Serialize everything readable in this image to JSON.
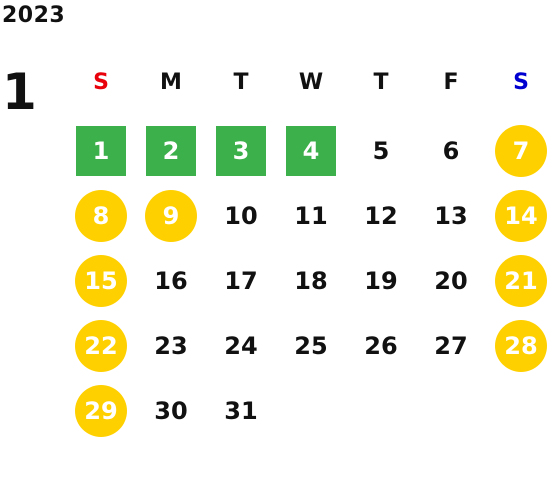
{
  "year": "2023",
  "month": "1",
  "colors": {
    "sunday": "#e8000b",
    "saturday": "#0000d0",
    "weekday": "#111111",
    "holiday": "#3cb04a",
    "weekend_circle": "#ffd000"
  },
  "weekdays": [
    {
      "label": "S",
      "kind": "sunday"
    },
    {
      "label": "M",
      "kind": "weekday"
    },
    {
      "label": "T",
      "kind": "weekday"
    },
    {
      "label": "W",
      "kind": "weekday"
    },
    {
      "label": "T",
      "kind": "weekday"
    },
    {
      "label": "F",
      "kind": "weekday"
    },
    {
      "label": "S",
      "kind": "saturday"
    }
  ],
  "days": [
    {
      "day": "1",
      "style": "holiday"
    },
    {
      "day": "2",
      "style": "holiday"
    },
    {
      "day": "3",
      "style": "holiday"
    },
    {
      "day": "4",
      "style": "holiday"
    },
    {
      "day": "5",
      "style": "plain"
    },
    {
      "day": "6",
      "style": "plain"
    },
    {
      "day": "7",
      "style": "weekend"
    },
    {
      "day": "8",
      "style": "weekend"
    },
    {
      "day": "9",
      "style": "weekend"
    },
    {
      "day": "10",
      "style": "plain"
    },
    {
      "day": "11",
      "style": "plain"
    },
    {
      "day": "12",
      "style": "plain"
    },
    {
      "day": "13",
      "style": "plain"
    },
    {
      "day": "14",
      "style": "weekend"
    },
    {
      "day": "15",
      "style": "weekend"
    },
    {
      "day": "16",
      "style": "plain"
    },
    {
      "day": "17",
      "style": "plain"
    },
    {
      "day": "18",
      "style": "plain"
    },
    {
      "day": "19",
      "style": "plain"
    },
    {
      "day": "20",
      "style": "plain"
    },
    {
      "day": "21",
      "style": "weekend"
    },
    {
      "day": "22",
      "style": "weekend"
    },
    {
      "day": "23",
      "style": "plain"
    },
    {
      "day": "24",
      "style": "plain"
    },
    {
      "day": "25",
      "style": "plain"
    },
    {
      "day": "26",
      "style": "plain"
    },
    {
      "day": "27",
      "style": "plain"
    },
    {
      "day": "28",
      "style": "weekend"
    },
    {
      "day": "29",
      "style": "weekend"
    },
    {
      "day": "30",
      "style": "plain"
    },
    {
      "day": "31",
      "style": "plain"
    }
  ]
}
